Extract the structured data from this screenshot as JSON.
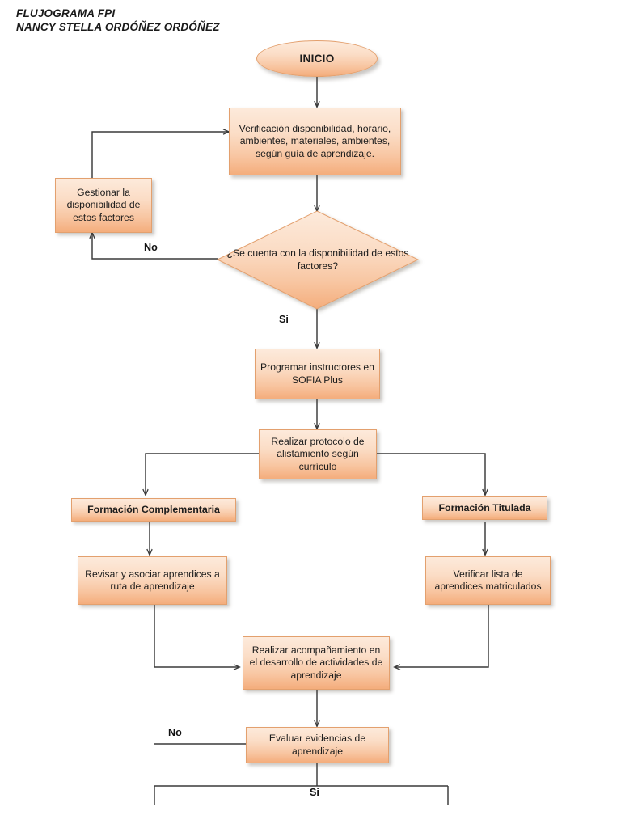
{
  "document": {
    "title_line1": "FLUJOGRAMA FPI",
    "title_line2": "NANCY STELLA ORDÓÑEZ ORDÓÑEZ"
  },
  "theme": {
    "fill_top": "#fdeadb",
    "fill_bottom": "#f4ad7c",
    "border": "#e3a06e",
    "connector": "#3a3a3a",
    "text": "#1c1c1c",
    "background": "#ffffff"
  },
  "chart_data": {
    "type": "diagram",
    "title": "FLUJOGRAMA FPI",
    "subtitle": "NANCY STELLA ORDÓÑEZ ORDÓÑEZ",
    "nodes": [
      {
        "id": "inicio",
        "shape": "terminator",
        "text": "INICIO"
      },
      {
        "id": "verificacion",
        "shape": "process",
        "text": "Verificación disponibilidad, horario, ambientes,  materiales, ambientes, según guía de aprendizaje."
      },
      {
        "id": "gestionar",
        "shape": "process",
        "text": "Gestionar la disponibilidad de estos factores"
      },
      {
        "id": "decision",
        "shape": "decision",
        "text": "¿Se cuenta con la disponibilidad de estos factores?"
      },
      {
        "id": "programar",
        "shape": "process",
        "text": "Programar instructores en SOFIA Plus"
      },
      {
        "id": "protocolo",
        "shape": "process",
        "text": "Realizar protocolo de alistamiento según currículo"
      },
      {
        "id": "complementaria",
        "shape": "label",
        "text": "Formación Complementaria"
      },
      {
        "id": "titulada",
        "shape": "label",
        "text": "Formación Titulada"
      },
      {
        "id": "revisar",
        "shape": "process",
        "text": "Revisar y asociar aprendices a ruta de aprendizaje"
      },
      {
        "id": "verificarlista",
        "shape": "process",
        "text": "Verificar lista de aprendices matriculados"
      },
      {
        "id": "acompanamiento",
        "shape": "process",
        "text": "Realizar acompañamiento en el desarrollo de actividades de aprendizaje"
      },
      {
        "id": "evaluar",
        "shape": "process",
        "text": "Evaluar evidencias de aprendizaje"
      }
    ],
    "edges": [
      {
        "from": "inicio",
        "to": "verificacion",
        "label": ""
      },
      {
        "from": "verificacion",
        "to": "decision",
        "label": ""
      },
      {
        "from": "decision",
        "to": "gestionar",
        "label": "No"
      },
      {
        "from": "gestionar",
        "to": "verificacion",
        "label": ""
      },
      {
        "from": "decision",
        "to": "programar",
        "label": "Si"
      },
      {
        "from": "programar",
        "to": "protocolo",
        "label": ""
      },
      {
        "from": "protocolo",
        "to": "complementaria",
        "label": ""
      },
      {
        "from": "protocolo",
        "to": "titulada",
        "label": ""
      },
      {
        "from": "complementaria",
        "to": "revisar",
        "label": ""
      },
      {
        "from": "titulada",
        "to": "verificarlista",
        "label": ""
      },
      {
        "from": "revisar",
        "to": "acompanamiento",
        "label": ""
      },
      {
        "from": "verificarlista",
        "to": "acompanamiento",
        "label": ""
      },
      {
        "from": "acompanamiento",
        "to": "evaluar",
        "label": ""
      },
      {
        "from": "evaluar",
        "to": "acompanamiento",
        "label": "No"
      },
      {
        "from": "evaluar",
        "to": "bottom",
        "label": "Si"
      }
    ],
    "edge_labels": [
      "No",
      "Si",
      "No",
      "Si"
    ]
  },
  "nodes": {
    "inicio": {
      "text": "INICIO"
    },
    "verificacion": {
      "text": "Verificación disponibilidad, horario, ambientes,  materiales, ambientes, según guía de aprendizaje."
    },
    "gestionar": {
      "text": "Gestionar la disponibilidad de estos factores"
    },
    "decision": {
      "text": "¿Se cuenta con la disponibilidad de estos factores?"
    },
    "programar": {
      "text": "Programar instructores en SOFIA Plus"
    },
    "protocolo": {
      "text": "Realizar protocolo de alistamiento según currículo"
    },
    "complementaria": {
      "text": "Formación Complementaria"
    },
    "titulada": {
      "text": "Formación Titulada"
    },
    "revisar": {
      "text": "Revisar y asociar aprendices a ruta de aprendizaje"
    },
    "verificarlista": {
      "text": "Verificar lista de aprendices matriculados"
    },
    "acompanamiento": {
      "text": "Realizar acompañamiento en el desarrollo de actividades de aprendizaje"
    },
    "evaluar": {
      "text": "Evaluar evidencias de aprendizaje"
    }
  },
  "labels": {
    "no_decision": "No",
    "si_decision": "Si",
    "no_evaluar": "No",
    "si_evaluar": "Si"
  }
}
